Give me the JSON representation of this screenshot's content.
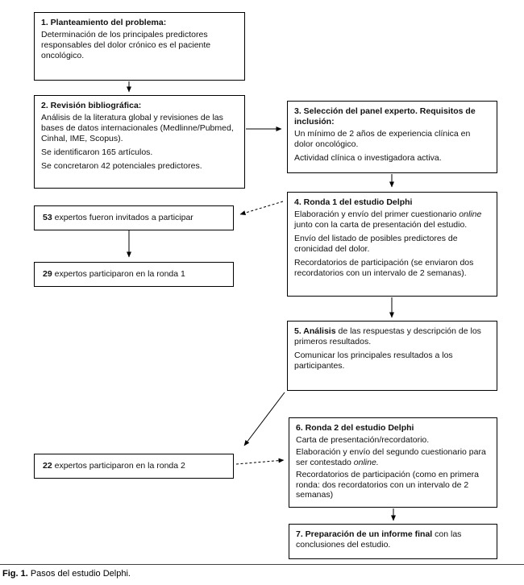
{
  "figure": {
    "caption_bold": "Fig. 1.",
    "caption_rest": " Pasos del estudio Delphi."
  },
  "boxes": {
    "b1": {
      "title": "1. Planteamiento del problema:",
      "body": "Determinación de los principales predictores responsables del dolor crónico es el paciente oncológico."
    },
    "b2": {
      "title": "2. Revisión bibliográfica:",
      "p1": "Análisis de la literatura global y revisiones de las bases de datos internacionales (Medlinne/Pubmed, Cinhal, IME, Scopus).",
      "p2": "Se identificaron 165 artículos.",
      "p3": "Se concretaron 42 potenciales predictores."
    },
    "b3": {
      "title": "3. Selección del panel experto. Requisitos de inclusión:",
      "p1": "Un mínimo de 2 años de experiencia clínica en dolor oncológico.",
      "p2": "Actividad clínica o investigadora activa."
    },
    "b53": {
      "bold": "53",
      "rest": " expertos fueron invitados a participar"
    },
    "b29": {
      "bold": "29",
      "rest": " expertos participaron en la ronda 1"
    },
    "b4": {
      "title": "4. Ronda 1 del estudio Delphi",
      "p1_pre": "Elaboración y envío del primer cuestionario ",
      "p1_italic": "online",
      "p1_post": " junto con la carta de presentación del estudio.",
      "p2": "Envío del listado de posibles predictores de cronicidad del dolor.",
      "p3": "Recordatorios de participación (se enviaron dos recordatorios con un intervalo de 2 semanas)."
    },
    "b5": {
      "bold": "5. Análisis",
      "rest": " de las respuestas y descripción de los primeros resultados.",
      "p2": "Comunicar los principales resultados a los participantes."
    },
    "b22": {
      "bold": "22",
      "rest": " expertos participaron en la ronda 2"
    },
    "b6": {
      "title": "6. Ronda 2 del estudio Delphi",
      "p1": "Carta de presentación/recordatorio.",
      "p2_pre": "Elaboración y envío del segundo cuestionario para ser contestado ",
      "p2_italic": "online.",
      "p3": "Recordatorios de participación (como en primera ronda: dos recordatorios con un intervalo de 2 semanas)"
    },
    "b7": {
      "bold": "7. Preparación de un informe final",
      "rest": " con las conclusiones del estudio."
    }
  },
  "colors": {
    "border": "#000000",
    "background": "#ffffff",
    "text": "#111111"
  }
}
